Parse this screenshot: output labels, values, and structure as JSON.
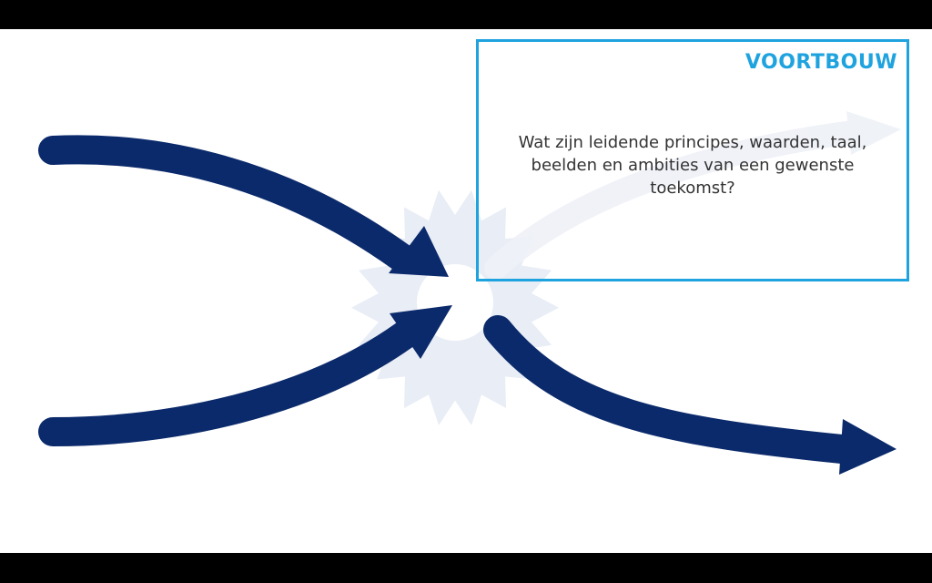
{
  "colors": {
    "frame": "#000000",
    "background": "#ffffff",
    "arrows": "#0b2a6b",
    "burst": "#e8edf6",
    "accent": "#1fa3df",
    "text": "#333333"
  },
  "diagram": {
    "kind": "converging-diverging-arrows",
    "incoming_arrows": 2,
    "outgoing_arrows": 1,
    "background_shape": "starburst"
  },
  "card": {
    "title": "VOORTBOUW",
    "question": "Wat zijn leidende principes, waarden, taal, beelden en ambities van een gewenste toekomst?"
  }
}
